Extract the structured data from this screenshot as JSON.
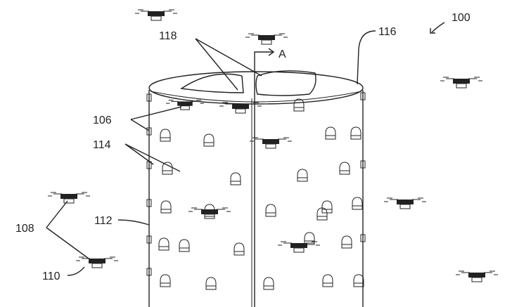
{
  "figure": {
    "labels": {
      "fig_ref": "100",
      "openings": "118",
      "section_marker": "A",
      "top": "116",
      "perched_uavs": "106",
      "bays": "114",
      "wall": "112",
      "uav_group": "108",
      "uav": "110"
    },
    "line_color": "#222222",
    "background": "#ffffff"
  }
}
